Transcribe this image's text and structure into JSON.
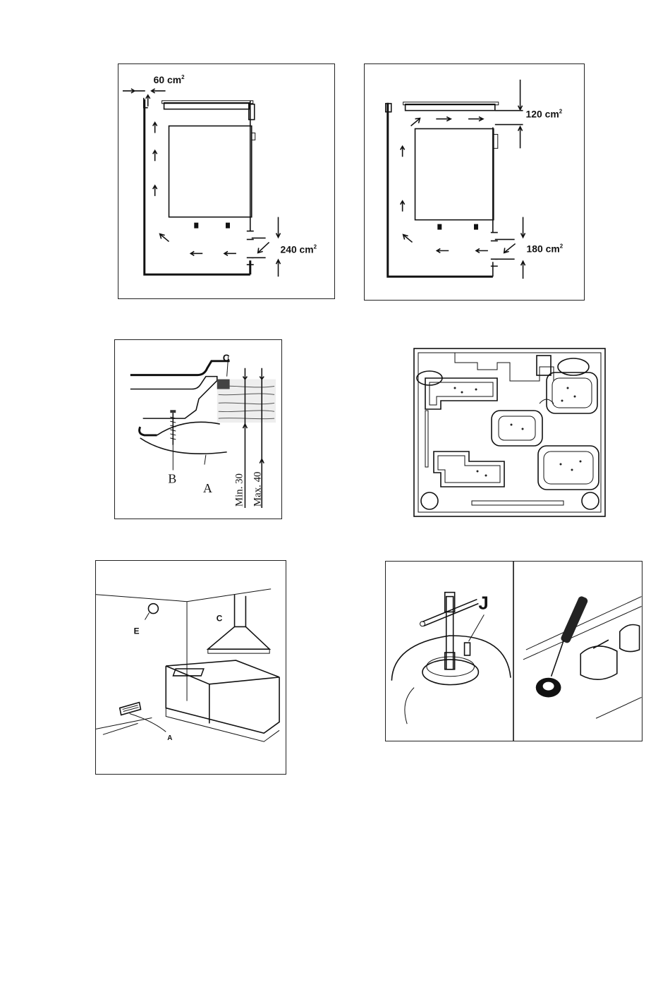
{
  "figures": {
    "vent_left": {
      "top_opening": "60 cm",
      "top_sup": "2",
      "bottom_opening": "240 cm",
      "bottom_sup": "2"
    },
    "vent_right": {
      "top_opening": "120 cm",
      "top_sup": "2",
      "bottom_opening": "180 cm",
      "bottom_sup": "2"
    },
    "mounting": {
      "label_a": "A",
      "label_b": "B",
      "label_c": "C",
      "min_label": "Min. 30",
      "max_label": "Max. 40"
    },
    "room": {
      "label_a": "A",
      "label_c": "C",
      "label_e": "E"
    },
    "injector": {
      "label_j": "J"
    }
  }
}
